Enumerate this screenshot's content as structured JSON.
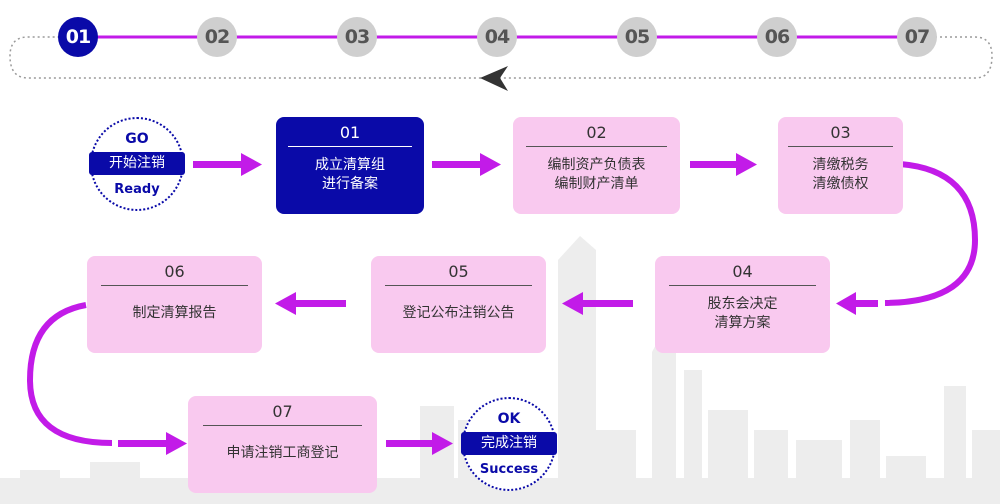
{
  "progress": {
    "steps": [
      "01",
      "02",
      "03",
      "04",
      "05",
      "06",
      "07"
    ],
    "active_index": 0
  },
  "start_badge": {
    "top": "GO",
    "label": "开始注销",
    "bottom": "Ready"
  },
  "end_badge": {
    "top": "OK",
    "label": "完成注销",
    "bottom": "Success"
  },
  "boxes": [
    {
      "num": "01",
      "line1": "成立清算组",
      "line2": "进行备案"
    },
    {
      "num": "02",
      "line1": "编制资产负债表",
      "line2": "编制财产清单"
    },
    {
      "num": "03",
      "line1": "清缴税务",
      "line2": "清缴债权"
    },
    {
      "num": "04",
      "line1": "股东会决定",
      "line2": "清算方案"
    },
    {
      "num": "05",
      "line1": "登记公布注销公告",
      "line2": ""
    },
    {
      "num": "06",
      "line1": "制定清算报告",
      "line2": ""
    },
    {
      "num": "07",
      "line1": "申请注销工商登记",
      "line2": ""
    }
  ],
  "colors": {
    "accent": "#0a0aa8",
    "arrow": "#c21be8",
    "box_pink": "#f9c9ef",
    "inactive_dot": "#cfcfcf",
    "skyline": "#ececec"
  }
}
